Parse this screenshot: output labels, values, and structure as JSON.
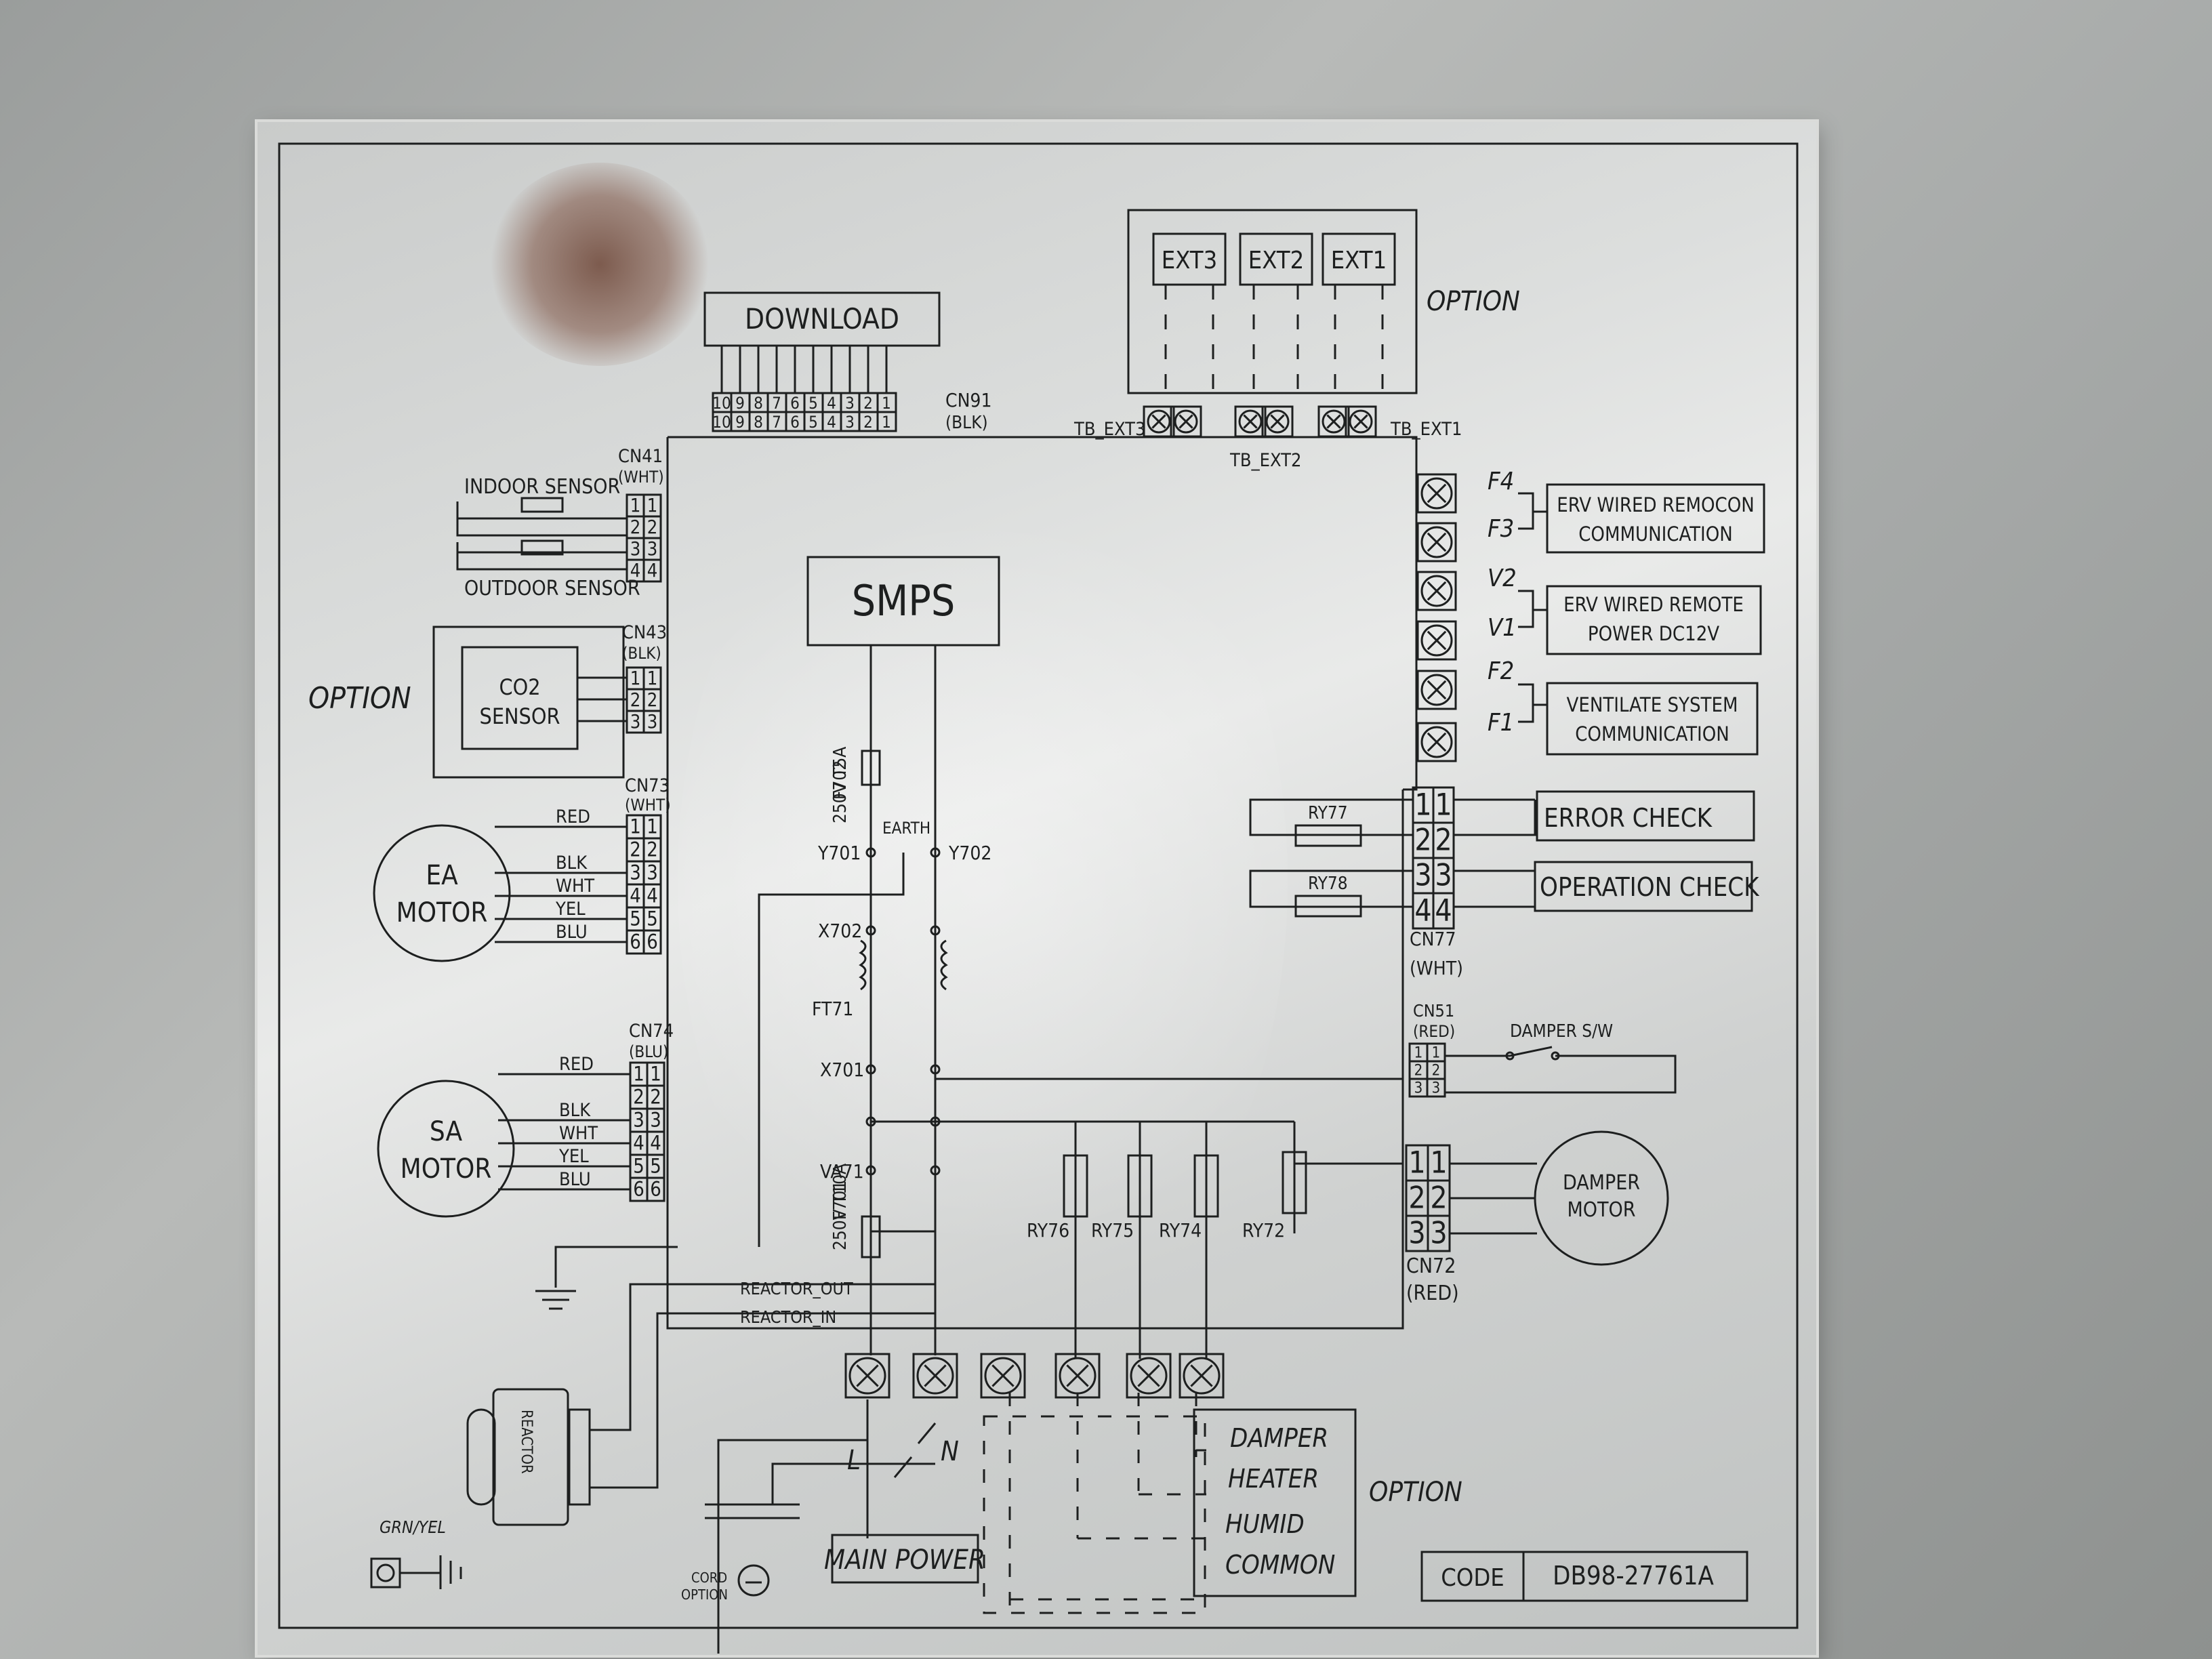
{
  "download": {
    "title": "DOWNLOAD",
    "connector": "CN91",
    "connector_color": "(BLK)",
    "pins": [
      "10",
      "9",
      "8",
      "7",
      "6",
      "5",
      "4",
      "3",
      "2",
      "1"
    ]
  },
  "ext_terminals": {
    "labels": [
      "EXT3",
      "EXT2",
      "EXT1"
    ],
    "tb_labels": [
      "TB_EXT3",
      "TB_EXT2",
      "TB_EXT1"
    ],
    "option": "OPTION"
  },
  "cn41": {
    "name": "CN41",
    "color": "(WHT)",
    "pins": [
      "1",
      "2",
      "3",
      "4"
    ],
    "indoor_sensor": "INDOOR SENSOR",
    "outdoor_sensor": "OUTDOOR SENSOR"
  },
  "cn43": {
    "name": "CN43",
    "color": "(BLK)",
    "pins": [
      "1",
      "2",
      "3"
    ],
    "sensor_line1": "CO2",
    "sensor_line2": "SENSOR",
    "option": "OPTION"
  },
  "cn73": {
    "name": "CN73",
    "color": "(WHT)",
    "pins": [
      "1",
      "2",
      "3",
      "4",
      "5",
      "6"
    ],
    "wires": [
      "RED",
      "BLK",
      "WHT",
      "YEL",
      "BLU"
    ],
    "motor_line1": "EA",
    "motor_line2": "MOTOR"
  },
  "cn74": {
    "name": "CN74",
    "color": "(BLU)",
    "pins": [
      "1",
      "2",
      "3",
      "4",
      "5",
      "6"
    ],
    "wires": [
      "RED",
      "BLK",
      "WHT",
      "YEL",
      "BLU"
    ],
    "motor_line1": "SA",
    "motor_line2": "MOTOR"
  },
  "smps": "SMPS",
  "components": {
    "f702": "F702",
    "f702_rating": "250V T5A",
    "earth": "EARTH",
    "y701": "Y701",
    "y702": "Y702",
    "x702": "X702",
    "ft71": "FT71",
    "x701": "X701",
    "va71": "VA71",
    "f701": "F701",
    "f701_rating": "250V T10A",
    "reactor_out": "REACTOR_OUT",
    "reactor_in": "REACTOR_IN",
    "reactor": "REACTOR",
    "relays": [
      "RY76",
      "RY75",
      "RY74",
      "RY72"
    ]
  },
  "right_terminals": {
    "labels": [
      "F4",
      "F3",
      "V2",
      "V1",
      "F2",
      "F1"
    ],
    "boxes": [
      {
        "line1": "ERV WIRED REMOCON",
        "line2": "COMMUNICATION"
      },
      {
        "line1": "ERV WIRED REMOTE",
        "line2": "POWER DC12V"
      },
      {
        "line1": "VENTILATE SYSTEM",
        "line2": "COMMUNICATION"
      }
    ]
  },
  "cn77": {
    "name": "CN77",
    "color": "(WHT)",
    "pins": [
      "1",
      "2",
      "3",
      "4"
    ],
    "ry77": "RY77",
    "ry78": "RY78",
    "error_check": "ERROR CHECK",
    "operation_check": "OPERATION CHECK"
  },
  "cn51": {
    "name": "CN51",
    "color": "(RED)",
    "pins": [
      "1",
      "2",
      "3"
    ],
    "damper_switch": "DAMPER S/W"
  },
  "cn72": {
    "name": "CN72",
    "color": "(RED)",
    "pins": [
      "1",
      "2",
      "3"
    ],
    "motor_line1": "DAMPER",
    "motor_line2": "MOTOR"
  },
  "bottom": {
    "l": "L",
    "n": "N",
    "main_power": "MAIN POWER",
    "option_items": [
      "DAMPER",
      "HEATER",
      "HUMID",
      "COMMON"
    ],
    "option": "OPTION",
    "grn_yel": "GRN/YEL",
    "cord": "CORD",
    "option_small": "OPTION"
  },
  "code": {
    "label": "CODE",
    "value": "DB98-27761A"
  }
}
